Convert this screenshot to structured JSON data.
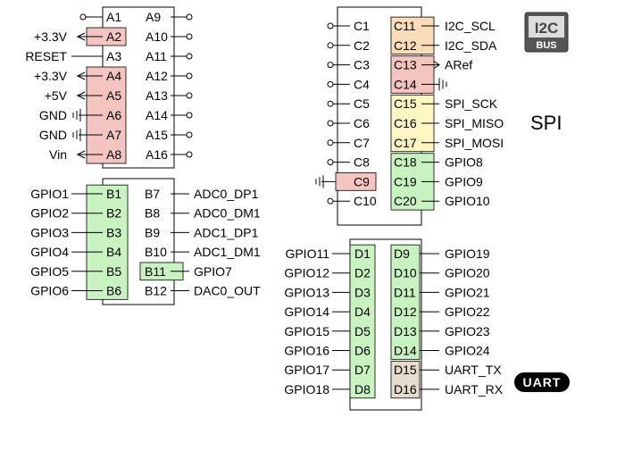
{
  "colors": {
    "red": "#f4c5c0",
    "green": "#c9f2c1",
    "orange": "#fbdcb8",
    "yellow": "#fdf7c2",
    "tan": "#e6dccd",
    "line": "#000000"
  },
  "logos": {
    "i2c": {
      "icon": "i2c-bus-logo",
      "label": "I2C",
      "sub": "BUS"
    },
    "spi": {
      "label": "SPI"
    },
    "uart": {
      "icon": "uart-logo",
      "label": "UART"
    }
  },
  "connectors": {
    "A": {
      "left": [
        {
          "pin": "A1",
          "label": "",
          "kind": "open",
          "color": ""
        },
        {
          "pin": "A2",
          "label": "+3.3V",
          "kind": "arrow",
          "color": "red"
        },
        {
          "pin": "A3",
          "label": "RESET",
          "kind": "plain",
          "color": ""
        },
        {
          "pin": "A4",
          "label": "+3.3V",
          "kind": "arrow",
          "color": "red"
        },
        {
          "pin": "A5",
          "label": "+5V",
          "kind": "arrow",
          "color": "red"
        },
        {
          "pin": "A6",
          "label": "GND",
          "kind": "ground",
          "color": "red"
        },
        {
          "pin": "A7",
          "label": "GND",
          "kind": "ground",
          "color": "red"
        },
        {
          "pin": "A8",
          "label": "Vin",
          "kind": "arrow",
          "color": "red"
        }
      ],
      "right": [
        {
          "pin": "A9",
          "label": "",
          "kind": "open",
          "color": ""
        },
        {
          "pin": "A10",
          "label": "",
          "kind": "open",
          "color": ""
        },
        {
          "pin": "A11",
          "label": "",
          "kind": "open",
          "color": ""
        },
        {
          "pin": "A12",
          "label": "",
          "kind": "open",
          "color": ""
        },
        {
          "pin": "A13",
          "label": "",
          "kind": "open",
          "color": ""
        },
        {
          "pin": "A14",
          "label": "",
          "kind": "open",
          "color": ""
        },
        {
          "pin": "A15",
          "label": "",
          "kind": "open",
          "color": ""
        },
        {
          "pin": "A16",
          "label": "",
          "kind": "open",
          "color": ""
        }
      ]
    },
    "B": {
      "left": [
        {
          "pin": "B1",
          "label": "GPIO1",
          "kind": "plain",
          "color": "green"
        },
        {
          "pin": "B2",
          "label": "GPIO2",
          "kind": "plain",
          "color": "green"
        },
        {
          "pin": "B3",
          "label": "GPIO3",
          "kind": "plain",
          "color": "green"
        },
        {
          "pin": "B4",
          "label": "GPIO4",
          "kind": "plain",
          "color": "green"
        },
        {
          "pin": "B5",
          "label": "GPIO5",
          "kind": "plain",
          "color": "green"
        },
        {
          "pin": "B6",
          "label": "GPIO6",
          "kind": "plain",
          "color": "green"
        }
      ],
      "right": [
        {
          "pin": "B7",
          "label": "ADC0_DP1",
          "kind": "plain",
          "color": ""
        },
        {
          "pin": "B8",
          "label": "ADC0_DM1",
          "kind": "plain",
          "color": ""
        },
        {
          "pin": "B9",
          "label": "ADC1_DP1",
          "kind": "plain",
          "color": ""
        },
        {
          "pin": "B10",
          "label": "ADC1_DM1",
          "kind": "plain",
          "color": ""
        },
        {
          "pin": "B11",
          "label": "GPIO7",
          "kind": "plain",
          "color": "green"
        },
        {
          "pin": "B12",
          "label": "DAC0_OUT",
          "kind": "plain",
          "color": ""
        }
      ]
    },
    "C": {
      "left": [
        {
          "pin": "C1",
          "label": "",
          "kind": "open",
          "color": ""
        },
        {
          "pin": "C2",
          "label": "",
          "kind": "open",
          "color": ""
        },
        {
          "pin": "C3",
          "label": "",
          "kind": "open",
          "color": ""
        },
        {
          "pin": "C4",
          "label": "",
          "kind": "open",
          "color": ""
        },
        {
          "pin": "C5",
          "label": "",
          "kind": "open",
          "color": ""
        },
        {
          "pin": "C6",
          "label": "",
          "kind": "open",
          "color": ""
        },
        {
          "pin": "C7",
          "label": "",
          "kind": "open",
          "color": ""
        },
        {
          "pin": "C8",
          "label": "",
          "kind": "open",
          "color": ""
        },
        {
          "pin": "C9",
          "label": "",
          "kind": "ground",
          "color": "red"
        },
        {
          "pin": "C10",
          "label": "",
          "kind": "open",
          "color": ""
        }
      ],
      "right": [
        {
          "pin": "C11",
          "label": "I2C_SCL",
          "kind": "plain",
          "color": "orange"
        },
        {
          "pin": "C12",
          "label": "I2C_SDA",
          "kind": "plain",
          "color": "orange"
        },
        {
          "pin": "C13",
          "label": "ARef",
          "kind": "arrow",
          "color": "red"
        },
        {
          "pin": "C14",
          "label": "",
          "kind": "ground",
          "color": "red"
        },
        {
          "pin": "C15",
          "label": "SPI_SCK",
          "kind": "plain",
          "color": "yellow"
        },
        {
          "pin": "C16",
          "label": "SPI_MISO",
          "kind": "plain",
          "color": "yellow"
        },
        {
          "pin": "C17",
          "label": "SPI_MOSI",
          "kind": "plain",
          "color": "yellow"
        },
        {
          "pin": "C18",
          "label": "GPIO8",
          "kind": "plain",
          "color": "green"
        },
        {
          "pin": "C19",
          "label": "GPIO9",
          "kind": "plain",
          "color": "green"
        },
        {
          "pin": "C20",
          "label": "GPIO10",
          "kind": "plain",
          "color": "green"
        }
      ]
    },
    "D": {
      "left": [
        {
          "pin": "D1",
          "label": "GPIO11",
          "kind": "plain",
          "color": "green"
        },
        {
          "pin": "D2",
          "label": "GPIO12",
          "kind": "plain",
          "color": "green"
        },
        {
          "pin": "D3",
          "label": "GPIO13",
          "kind": "plain",
          "color": "green"
        },
        {
          "pin": "D4",
          "label": "GPIO14",
          "kind": "plain",
          "color": "green"
        },
        {
          "pin": "D5",
          "label": "GPIO15",
          "kind": "plain",
          "color": "green"
        },
        {
          "pin": "D6",
          "label": "GPIO16",
          "kind": "plain",
          "color": "green"
        },
        {
          "pin": "D7",
          "label": "GPIO17",
          "kind": "plain",
          "color": "green"
        },
        {
          "pin": "D8",
          "label": "GPIO18",
          "kind": "plain",
          "color": "green"
        }
      ],
      "right": [
        {
          "pin": "D9",
          "label": "GPIO19",
          "kind": "plain",
          "color": "green"
        },
        {
          "pin": "D10",
          "label": "GPIO20",
          "kind": "plain",
          "color": "green"
        },
        {
          "pin": "D11",
          "label": "GPIO21",
          "kind": "plain",
          "color": "green"
        },
        {
          "pin": "D12",
          "label": "GPIO22",
          "kind": "plain",
          "color": "green"
        },
        {
          "pin": "D13",
          "label": "GPIO23",
          "kind": "plain",
          "color": "green"
        },
        {
          "pin": "D14",
          "label": "GPIO24",
          "kind": "plain",
          "color": "green"
        },
        {
          "pin": "D15",
          "label": "UART_TX",
          "kind": "plain",
          "color": "tan"
        },
        {
          "pin": "D16",
          "label": "UART_RX",
          "kind": "plain",
          "color": "tan"
        }
      ]
    }
  }
}
